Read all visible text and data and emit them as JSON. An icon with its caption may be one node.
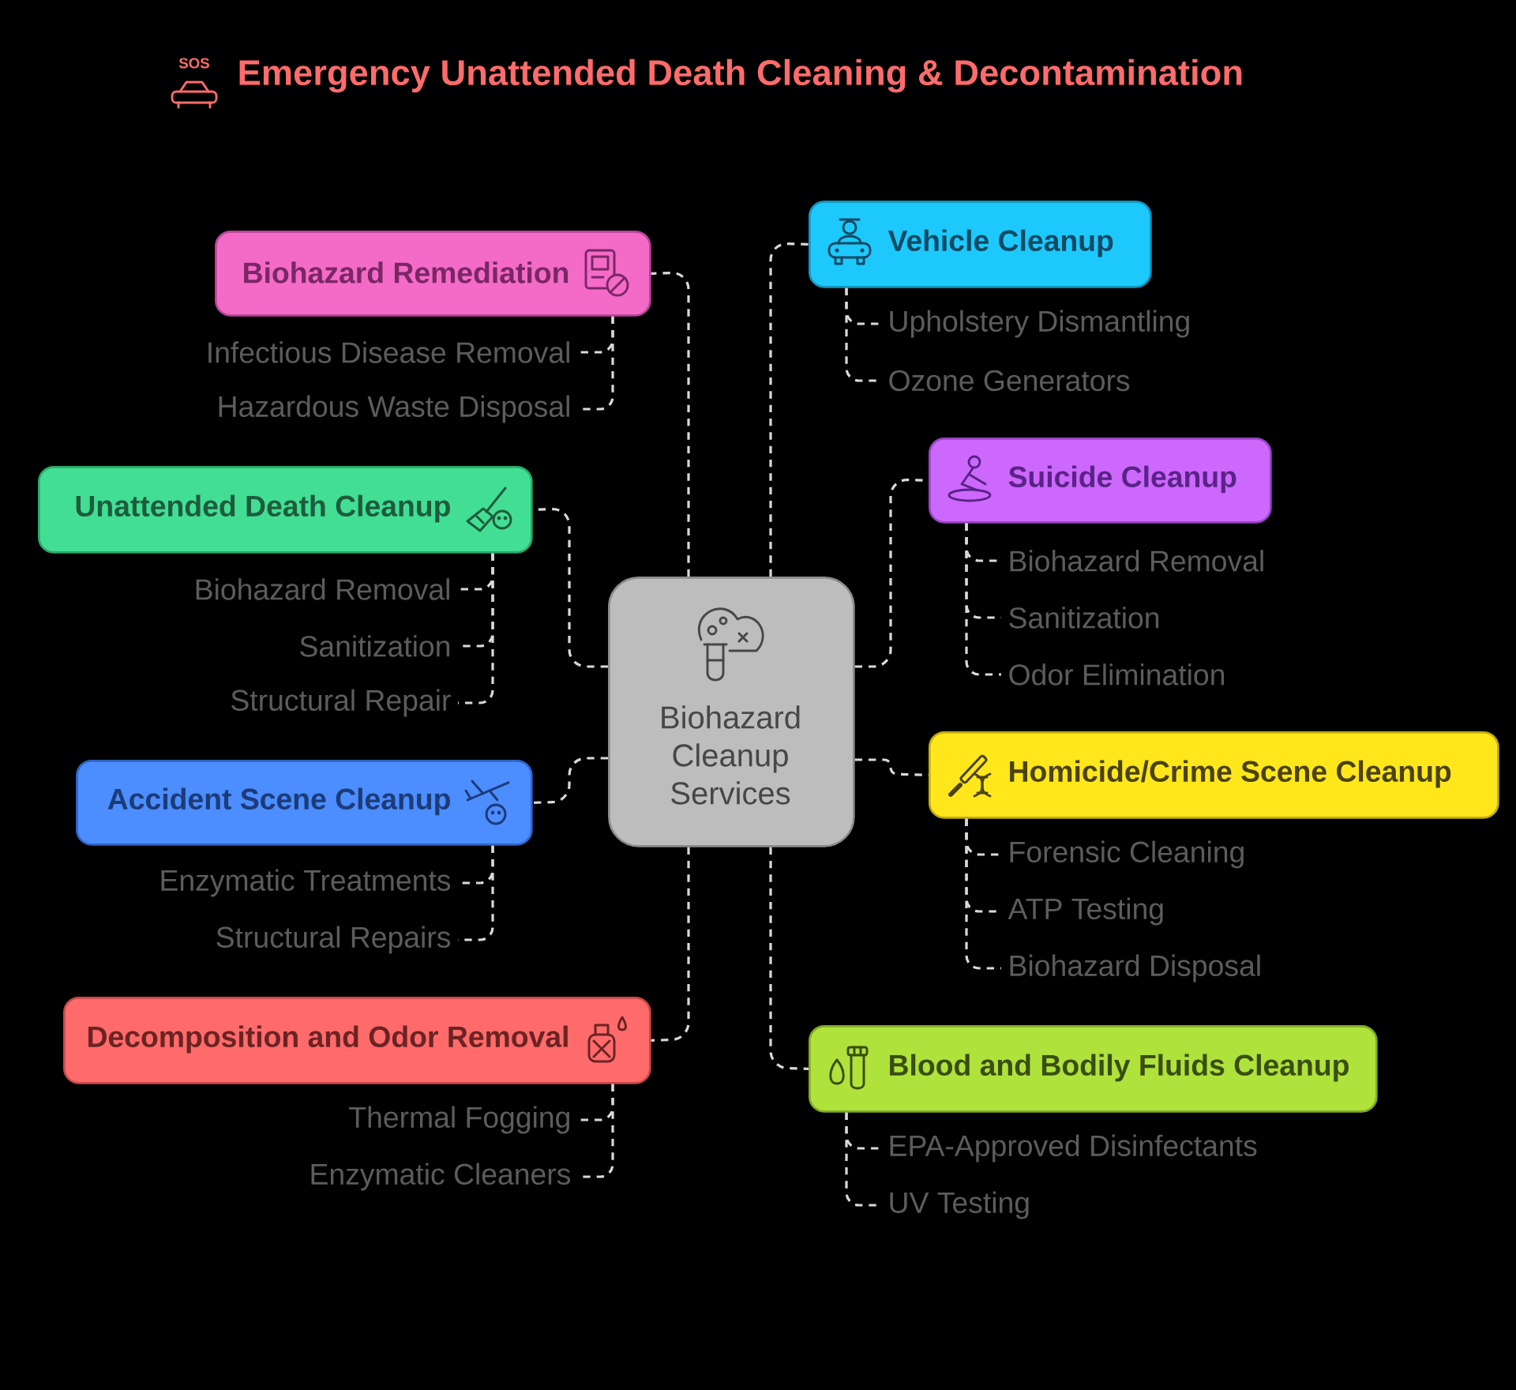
{
  "diagram": {
    "title": "Emergency Unattended Death Cleaning & Decontamination",
    "nodes": [
      {
        "text": [
          "Biohazard Cleanup Services"
        ]
      },
      {
        "text": [
          "Biohazard Remediation"
        ]
      },
      {
        "text": [
          "Infectious Disease Removal"
        ]
      },
      {
        "text": [
          "Hazardous Waste Disposal"
        ]
      },
      {
        "text": [
          "Unattended Death Cleanup"
        ]
      },
      {
        "text": [
          "Biohazard Removal"
        ]
      },
      {
        "text": [
          "Sanitization"
        ]
      },
      {
        "text": [
          "Structural Repair"
        ]
      },
      {
        "text": [
          "Accident Scene Cleanup"
        ]
      },
      {
        "text": [
          "Enzymatic Treatments"
        ]
      },
      {
        "text": [
          "Structural Repairs"
        ]
      },
      {
        "text": [
          "Decomposition and Odor Removal"
        ]
      },
      {
        "text": [
          "Thermal Fogging"
        ]
      },
      {
        "text": [
          "Enzymatic Cleaners"
        ]
      },
      {
        "text": [
          "Vehicle Cleanup"
        ]
      },
      {
        "text": [
          "Upholstery Dismantling"
        ]
      },
      {
        "text": [
          "Ozone Generators"
        ]
      },
      {
        "text": [
          "Suicide Cleanup"
        ]
      },
      {
        "text": [
          "Biohazard Removal"
        ]
      },
      {
        "text": [
          "Sanitization"
        ]
      },
      {
        "text": [
          "Odor Elimination"
        ]
      },
      {
        "text": [
          "Homicide/Crime Scene Cleanup"
        ]
      },
      {
        "text": [
          "Forensic Cleaning"
        ]
      },
      {
        "text": [
          "ATP Testing"
        ]
      },
      {
        "text": [
          "Biohazard Disposal"
        ]
      },
      {
        "text": [
          "Blood and Bodily Fluids Cleanup"
        ]
      },
      {
        "text": [
          "EPA-Approved Disinfectants"
        ]
      },
      {
        "text": [
          "UV Testing"
        ]
      }
    ],
    "edges": [
      {
        "from": 0,
        "to": 1,
        "arrow": "none",
        "style": "dashed"
      },
      {
        "from": 0,
        "to": 4,
        "arrow": "none",
        "style": "dashed"
      },
      {
        "from": 0,
        "to": 8,
        "arrow": "none",
        "style": "dashed"
      },
      {
        "from": 0,
        "to": 11,
        "arrow": "none",
        "style": "dashed"
      },
      {
        "from": 0,
        "to": 14,
        "arrow": "none",
        "style": "dashed"
      },
      {
        "from": 0,
        "to": 17,
        "arrow": "none",
        "style": "dashed"
      },
      {
        "from": 0,
        "to": 21,
        "arrow": "none",
        "style": "dashed"
      },
      {
        "from": 0,
        "to": 25,
        "arrow": "none",
        "style": "dashed"
      },
      {
        "from": 1,
        "to": 2,
        "arrow": "none",
        "style": "dashed"
      },
      {
        "from": 1,
        "to": 3,
        "arrow": "none",
        "style": "dashed"
      },
      {
        "from": 4,
        "to": 5,
        "arrow": "none",
        "style": "dashed"
      },
      {
        "from": 4,
        "to": 6,
        "arrow": "none",
        "style": "dashed"
      },
      {
        "from": 4,
        "to": 7,
        "arrow": "none",
        "style": "dashed"
      },
      {
        "from": 8,
        "to": 9,
        "arrow": "none",
        "style": "dashed"
      },
      {
        "from": 8,
        "to": 10,
        "arrow": "none",
        "style": "dashed"
      },
      {
        "from": 11,
        "to": 12,
        "arrow": "none",
        "style": "dashed"
      },
      {
        "from": 11,
        "to": 13,
        "arrow": "none",
        "style": "dashed"
      },
      {
        "from": 14,
        "to": 15,
        "arrow": "none",
        "style": "dashed"
      },
      {
        "from": 14,
        "to": 16,
        "arrow": "none",
        "style": "dashed"
      },
      {
        "from": 17,
        "to": 18,
        "arrow": "none",
        "style": "dashed"
      },
      {
        "from": 17,
        "to": 19,
        "arrow": "none",
        "style": "dashed"
      },
      {
        "from": 17,
        "to": 20,
        "arrow": "none",
        "style": "dashed"
      },
      {
        "from": 21,
        "to": 22,
        "arrow": "none",
        "style": "dashed"
      },
      {
        "from": 21,
        "to": 23,
        "arrow": "none",
        "style": "dashed"
      },
      {
        "from": 21,
        "to": 24,
        "arrow": "none",
        "style": "dashed"
      },
      {
        "from": 25,
        "to": 26,
        "arrow": "none",
        "style": "dashed"
      },
      {
        "from": 25,
        "to": 27,
        "arrow": "none",
        "style": "dashed"
      }
    ],
    "labels": [
      "SOS"
    ]
  }
}
